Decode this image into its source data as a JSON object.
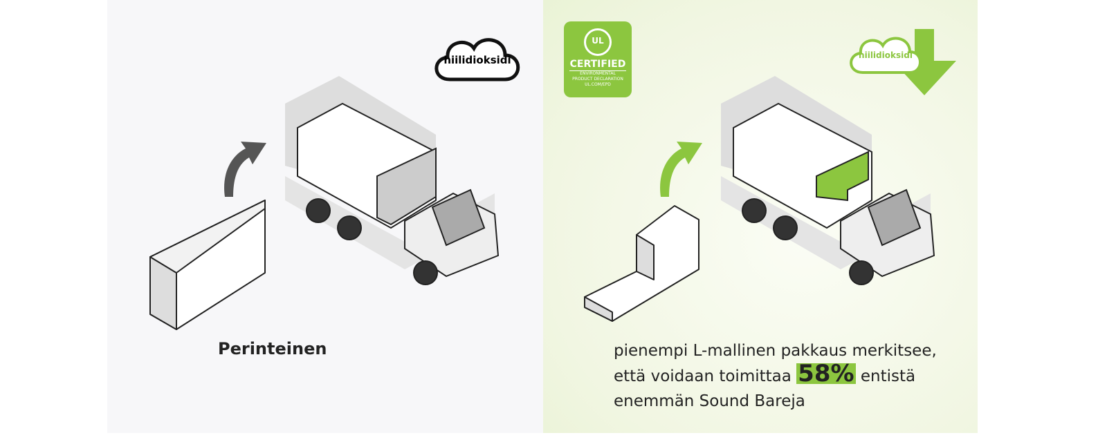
{
  "left": {
    "cloud_label": "hiilidioksidi",
    "caption": "Perinteinen"
  },
  "right": {
    "badge": {
      "logo": "UL",
      "certified": "CERTIFIED",
      "line1": "ENVIRONMENTAL",
      "line2": "PRODUCT DECLARATION",
      "url": "UL.COM/EPD"
    },
    "cloud_label": "hiilidioksidi",
    "caption_line1": "pienempi L-mallinen pakkaus merkitsee,",
    "caption_line2_before": "että voidaan toimittaa ",
    "caption_highlight": "58%",
    "caption_line2_after": " entistä",
    "caption_line3": "enemmän Sound Bareja"
  },
  "colors": {
    "accent_green": "#8cc63f",
    "dark_arrow": "#555555"
  }
}
